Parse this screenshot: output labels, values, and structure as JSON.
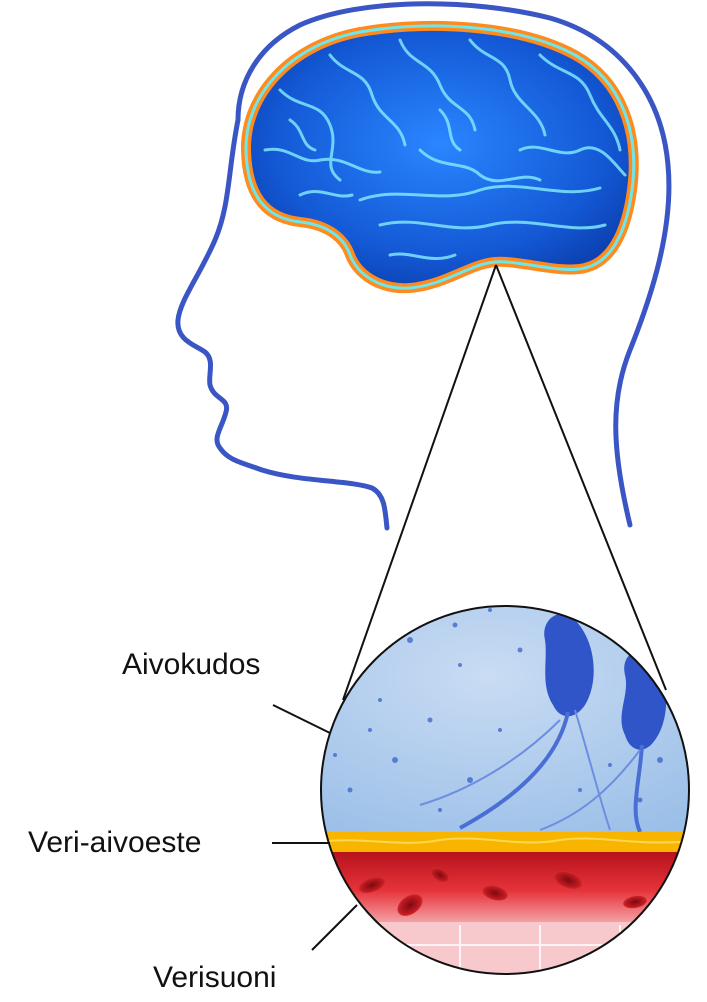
{
  "labels": {
    "brain_tissue": "Aivokudos",
    "blood_brain_barrier": "Veri-aivoeste",
    "blood_vessel": "Verisuoni"
  },
  "colors": {
    "head_outline": "#3a56c4",
    "brain_blue": "#1f6fe0",
    "brain_glow": "#00e0ff",
    "meninges_orange": "#ff8a1e",
    "tissue_blue": "#a9c8ec",
    "neuron_blue": "#2f55c8",
    "barrier_yellow": "#f7b500",
    "vessel_red": "#d4202a",
    "vessel_wall_pink": "#f7c9cc",
    "line": "#111111"
  },
  "icons": [
    "head-silhouette-icon",
    "brain-icon",
    "magnified-circle-icon",
    "neuron-icon",
    "red-blood-cell-icon"
  ]
}
